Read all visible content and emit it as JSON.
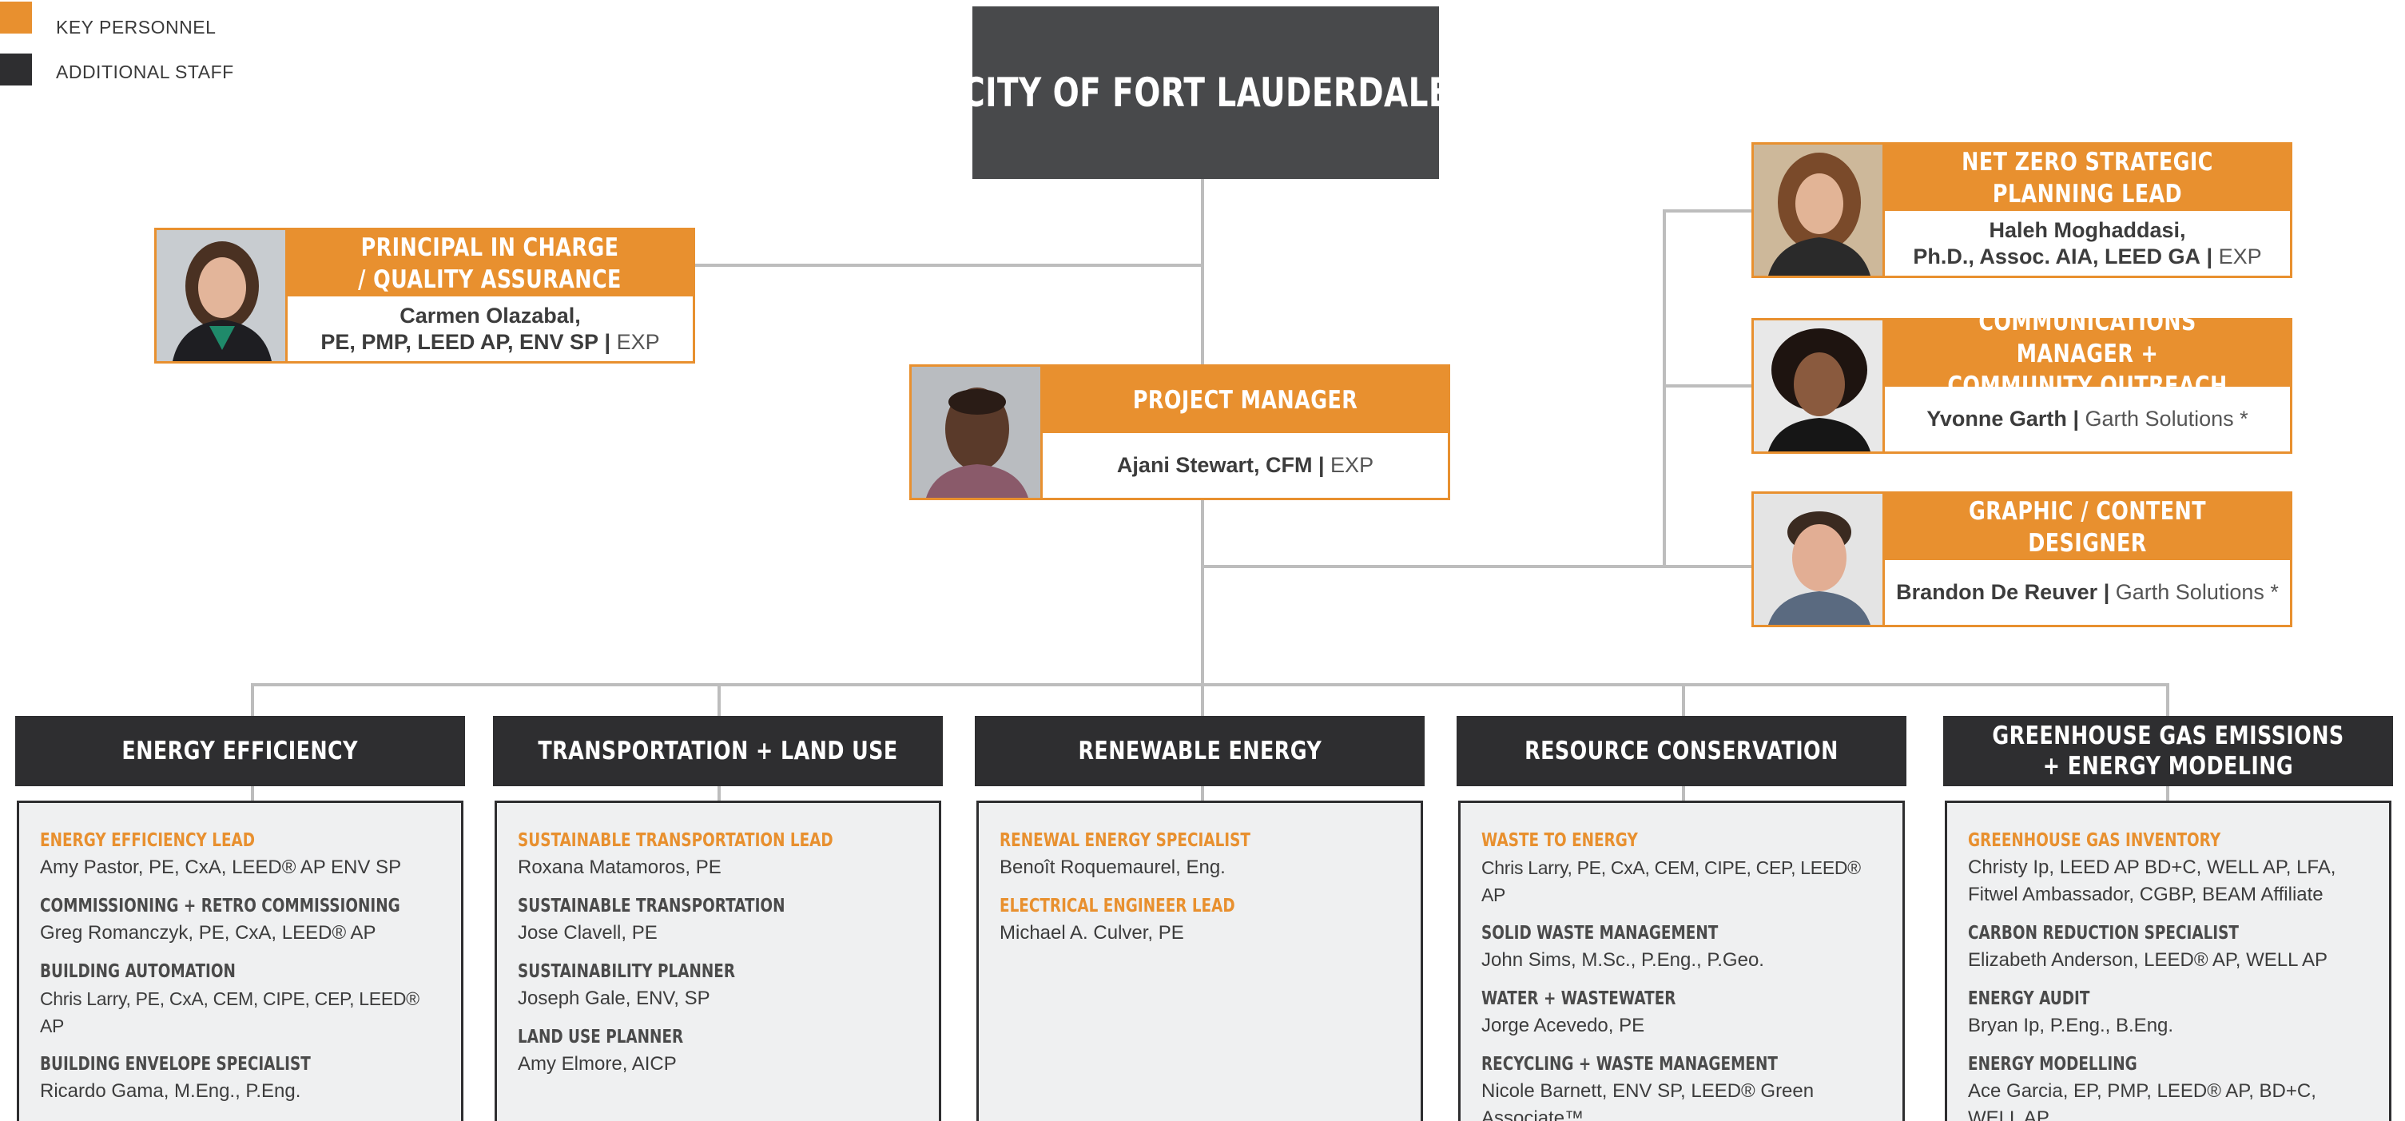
{
  "legend": [
    {
      "label": "KEY PERSONNEL",
      "color": "#e8902f"
    },
    {
      "label": "ADDITIONAL STAFF",
      "color": "#2e2e30"
    }
  ],
  "client": {
    "name": "CITY OF FORT LAUDERDALE"
  },
  "key_roles": {
    "principal": {
      "role": "PRINCIPAL IN CHARGE\n/ QUALITY ASSURANCE",
      "name_line1": "Carmen Olazabal,",
      "name_line2": "PE, PMP, LEED AP, ENV SP",
      "firm": "EXP"
    },
    "project_manager": {
      "role": "PROJECT MANAGER",
      "name": "Ajani Stewart, CFM",
      "firm": "EXP"
    },
    "net_zero": {
      "role": "NET ZERO STRATEGIC PLANNING LEAD",
      "name_line1": "Haleh Moghaddasi,",
      "name_line2": "Ph.D., Assoc. AIA, LEED GA",
      "firm": "EXP"
    },
    "communications": {
      "role": "COMMUNICATIONS MANAGER +\nCOMMUNITY OUTREACH",
      "name": "Yvonne Garth",
      "firm": "Garth Solutions *"
    },
    "graphic": {
      "role": "GRAPHIC / CONTENT DESIGNER",
      "name": "Brandon De Reuver",
      "firm": "Garth Solutions *"
    }
  },
  "categories": [
    {
      "title": "ENERGY EFFICIENCY",
      "entries": [
        {
          "title": "ENERGY EFFICIENCY LEAD",
          "lead": true,
          "name": "Amy Pastor, PE, CxA, LEED® AP ENV SP"
        },
        {
          "title": "COMMISSIONING + RETRO COMMISSIONING",
          "lead": false,
          "name": "Greg Romanczyk, PE, CxA, LEED® AP"
        },
        {
          "title": "BUILDING AUTOMATION",
          "lead": false,
          "name": "Chris Larry, PE, CxA, CEM, CIPE, CEP, LEED® AP"
        },
        {
          "title": "BUILDING ENVELOPE SPECIALIST",
          "lead": false,
          "name": "Ricardo Gama, M.Eng., P.Eng."
        }
      ]
    },
    {
      "title": "TRANSPORTATION + LAND USE",
      "entries": [
        {
          "title": "SUSTAINABLE TRANSPORTATION LEAD",
          "lead": true,
          "name": "Roxana Matamoros, PE"
        },
        {
          "title": "SUSTAINABLE TRANSPORTATION",
          "lead": false,
          "name": "Jose Clavell, PE"
        },
        {
          "title": "SUSTAINABILITY PLANNER",
          "lead": false,
          "name": "Joseph Gale, ENV, SP"
        },
        {
          "title": "LAND USE PLANNER",
          "lead": false,
          "name": "Amy Elmore, AICP"
        }
      ]
    },
    {
      "title": "RENEWABLE ENERGY",
      "entries": [
        {
          "title": "RENEWAL ENERGY SPECIALIST",
          "lead": true,
          "name": "Benoît Roquemaurel, Eng."
        },
        {
          "title": "ELECTRICAL ENGINEER LEAD",
          "lead": true,
          "name": "Michael A. Culver, PE"
        }
      ]
    },
    {
      "title": "RESOURCE CONSERVATION",
      "entries": [
        {
          "title": "WASTE TO ENERGY",
          "lead": true,
          "name": "Chris Larry, PE, CxA, CEM, CIPE, CEP, LEED® AP"
        },
        {
          "title": "SOLID WASTE MANAGEMENT",
          "lead": false,
          "name": "John Sims, M.Sc., P.Eng., P.Geo."
        },
        {
          "title": "WATER + WASTEWATER",
          "lead": false,
          "name": "Jorge Acevedo, PE"
        },
        {
          "title": "RECYCLING + WASTE MANAGEMENT",
          "lead": false,
          "name": "Nicole Barnett, ENV SP, LEED® Green Associate™"
        }
      ]
    },
    {
      "title": "GREENHOUSE GAS EMISSIONS\n+ ENERGY MODELING",
      "entries": [
        {
          "title": "GREENHOUSE GAS INVENTORY",
          "lead": true,
          "name": "Christy Ip, LEED AP BD+C, WELL AP, LFA, Fitwel Ambassador, CGBP, BEAM Affiliate"
        },
        {
          "title": "CARBON REDUCTION SPECIALIST",
          "lead": false,
          "name": "Elizabeth Anderson, LEED® AP, WELL AP"
        },
        {
          "title": "ENERGY AUDIT",
          "lead": false,
          "name": "Bryan Ip, P.Eng., B.Eng."
        },
        {
          "title": "ENERGY MODELLING",
          "lead": false,
          "name": "Ace Garcia, EP, PMP, LEED® AP, BD+C, WELL AP"
        }
      ]
    }
  ]
}
